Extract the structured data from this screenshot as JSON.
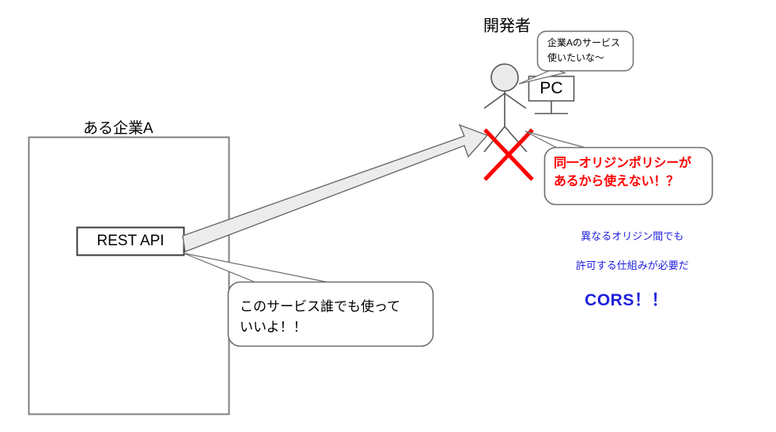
{
  "diagram": {
    "title_hidden": "CORS explanation diagram",
    "company": {
      "label": "ある企業A",
      "api_box_label": "REST API",
      "bubble": "このサービス誰でも使って\nいいよ！！"
    },
    "developer": {
      "label": "開発者",
      "pc_label": "PC",
      "bubble": "企業Aのサービス\n使いたいな〜"
    },
    "blocked": {
      "bubble": "同一オリジンポリシーが\nあるから使えない！？",
      "cross_icon": "red-x-mark"
    },
    "conclusion": {
      "line1": "異なるオリジン間でも",
      "line2": "許可する仕組みが必要だ",
      "emphasis": "CORS！！"
    },
    "arrow": {
      "name": "request-arrow",
      "direction": "left-to-right-upward"
    },
    "colors": {
      "outline": "#7f7f7f",
      "ink": "#000000",
      "arrow_fill": "#ececec",
      "arrow_stroke": "#6b6b6b",
      "red": "#ff0000",
      "blue": "#2020dd",
      "head_fill": "#ebebeb"
    }
  }
}
